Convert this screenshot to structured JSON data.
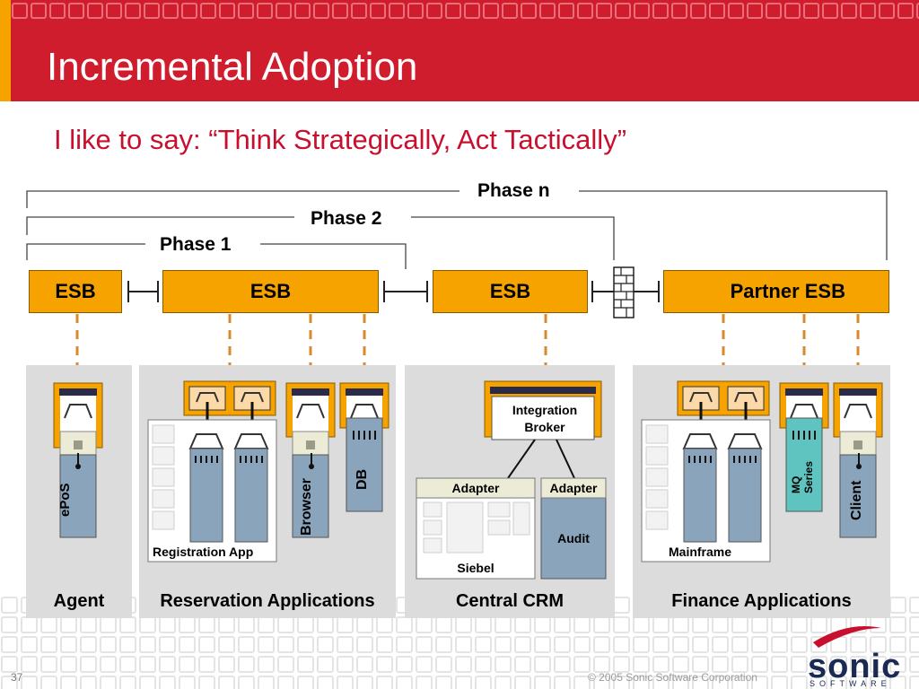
{
  "slide": {
    "title": "Incremental Adoption",
    "subtitle": "I like to say: “Think Strategically, Act Tactically”",
    "page_number": "37",
    "copyright": "© 2005 Sonic Software Corporation",
    "logo_text": "sonic",
    "logo_subtext": "SOFTWARE"
  },
  "phases": [
    "Phase n",
    "Phase 2",
    "Phase 1"
  ],
  "esb_labels": [
    "ESB",
    "ESB",
    "ESB",
    "Partner ESB"
  ],
  "groups": [
    {
      "label": "Agent",
      "items": [
        "ePoS"
      ]
    },
    {
      "label": "Reservation Applications",
      "items": [
        "Registration App",
        "Browser",
        "DB"
      ]
    },
    {
      "label": "Central CRM",
      "items": [
        "Integration Broker",
        "Adapter",
        "Adapter",
        "Siebel",
        "Audit"
      ]
    },
    {
      "label": "Finance Applications",
      "items": [
        "Mainframe",
        "MQ Series",
        "Client"
      ]
    }
  ],
  "colors": {
    "header_red": "#d01d2e",
    "header_accent": "#f6a300",
    "esb_orange": "#f6a300",
    "app_blue": "#8aa4bc",
    "mq_teal": "#5fc4c0",
    "connector_dashed": "#d98a2b",
    "panel_gray": "#dcdcdc"
  }
}
